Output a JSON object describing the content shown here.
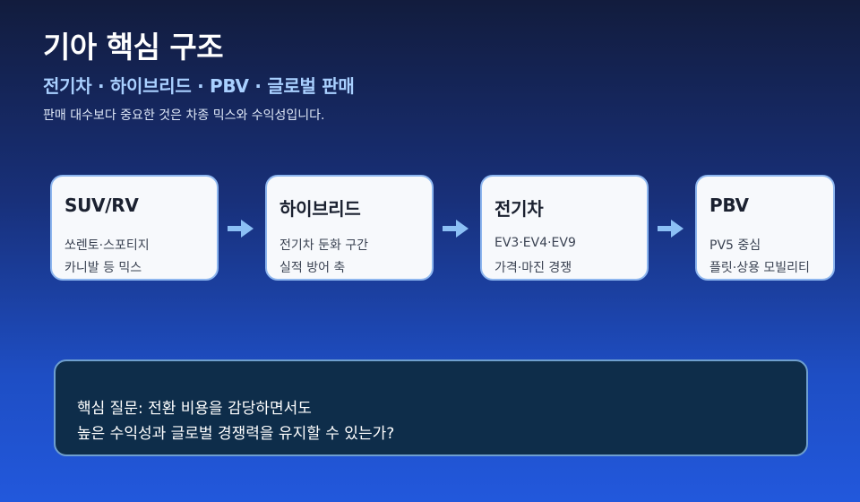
{
  "header": {
    "title": "기아 핵심 구조",
    "subtitle": "전기차 · 하이브리드 · PBV · 글로벌 판매",
    "description": "판매 대수보다 중요한 것은 차종 믹스와 수익성입니다."
  },
  "flow": {
    "cards": [
      {
        "title": "SUV/RV",
        "line1": "쏘렌토·스포티지",
        "line2": "카니발 등 믹스"
      },
      {
        "title": "하이브리드",
        "line1": "전기차 둔화 구간",
        "line2": "실적 방어 축"
      },
      {
        "title": "전기차",
        "line1": "EV3·EV4·EV9",
        "line2": "가격·마진 경쟁"
      },
      {
        "title": "PBV",
        "line1": "PV5 중심",
        "line2": "플릿·상용 모빌리티"
      }
    ]
  },
  "question": {
    "line1": "핵심 질문: 전환 비용을 감당하면서도",
    "line2": "높은 수익성과 글로벌 경쟁력을 유지할 수 있는가?"
  },
  "colors": {
    "accent_subtitle": "#a9d0ff",
    "card_border": "#8db6ef",
    "arrow": "#8cc0f5",
    "question_bg": "#0e2d4a"
  },
  "icons": {
    "connector": "right-arrow-icon"
  }
}
